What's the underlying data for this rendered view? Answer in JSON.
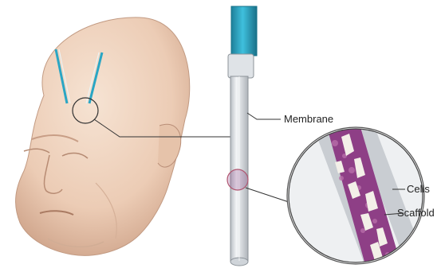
{
  "labels": {
    "membrane": "Membrane",
    "cells": "Cells",
    "scaffold": "Scaffold"
  },
  "colors": {
    "skin_light": "#f3dccb",
    "skin_mid": "#e4bfa6",
    "skin_shadow": "#c89a80",
    "probe_tip": "#2aa6c4",
    "probe_body": "#e7e9ec",
    "probe_outline": "#8c9399",
    "cell_tissue": "#8e3f86",
    "scaffold_fragments": "#f3efe8",
    "leader_line": "#333333"
  },
  "icons": {
    "head": "human-head-3d",
    "probe": "implant-catheter"
  }
}
